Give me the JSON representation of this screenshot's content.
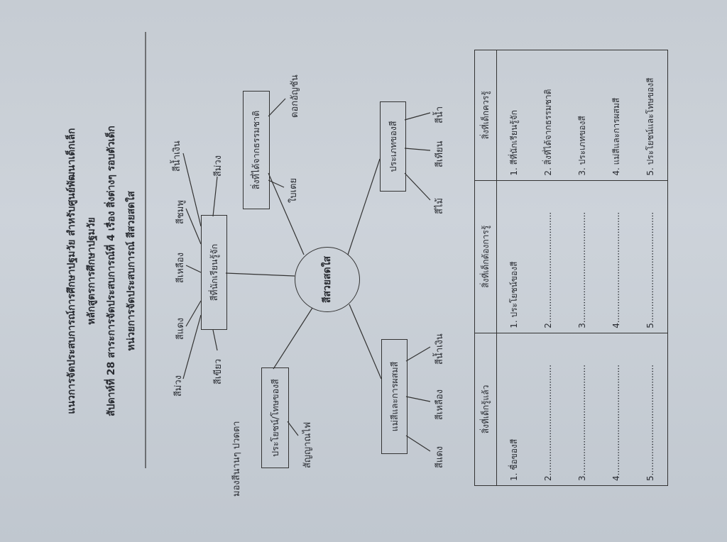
{
  "title": {
    "line1": "แนวการจัดประสบการณ์การศึกษาปฐมวัย สำหรับศูนย์พัฒนาเด็กเล็ก",
    "line2": "หลักสูตรการศึกษาปฐมวัย",
    "line3": "สัปดาห์ที่ 28 สาระการจัดประสบการณ์ที่ 4 เรื่อง สิ่งต่างๆ รอบตัวเด็ก",
    "line4": "หน่วยการจัดประสบการณ์ สีสวยสดใส"
  },
  "mindmap": {
    "center": "สีสวยสดใส",
    "known_colors": {
      "label": "สีที่นักเรียนรู้จัก",
      "items": [
        "สีม่วง",
        "สีแดง",
        "สีเหลือง",
        "สีชมพู",
        "สีน้ำเงิน",
        "สีเขียว",
        "สีม่วง"
      ]
    },
    "nature": {
      "label": "สิ่งที่ได้จากธรรมชาติ",
      "items": [
        "ใบเตย",
        "ดอกอัญชัน"
      ]
    },
    "types": {
      "label": "ประเภทของสี",
      "items": [
        "สีไม้",
        "สีเทียน",
        "สีน้ำ"
      ]
    },
    "primary": {
      "label": "แม่สีและการผสมสี",
      "items": [
        "สีแดง",
        "สีเหลือง",
        "สีน้ำเงิน"
      ]
    },
    "uses": {
      "label": "ประโยชน์/โทษของสี",
      "items": [
        "มองสีนานๆ ปวดตา",
        "สัญญาณไฟ"
      ]
    }
  },
  "table": {
    "headers": [
      "สิ่งที่เด็กรู้แล้ว",
      "สิ่งที่เด็กต้องการรู้",
      "สิ่งที่เด็กควรรู้"
    ],
    "col1": [
      "1. ชื่อของสี",
      "2.........................................",
      "3.........................................",
      "4.........................................",
      "5........................................."
    ],
    "col2": [
      "1. ประโยชน์ของสี",
      "2.........................................",
      "3.........................................",
      "4.........................................",
      "5........................................."
    ],
    "col3": [
      "1. สีที่นักเรียนรู้จัก",
      "2. สิ่งที่ได้จากธรรมชาติ",
      "3. ประเภทของสี",
      "4. แม่สีและการผสมสี",
      "5. ประโยชน์และโทษของสี"
    ]
  }
}
